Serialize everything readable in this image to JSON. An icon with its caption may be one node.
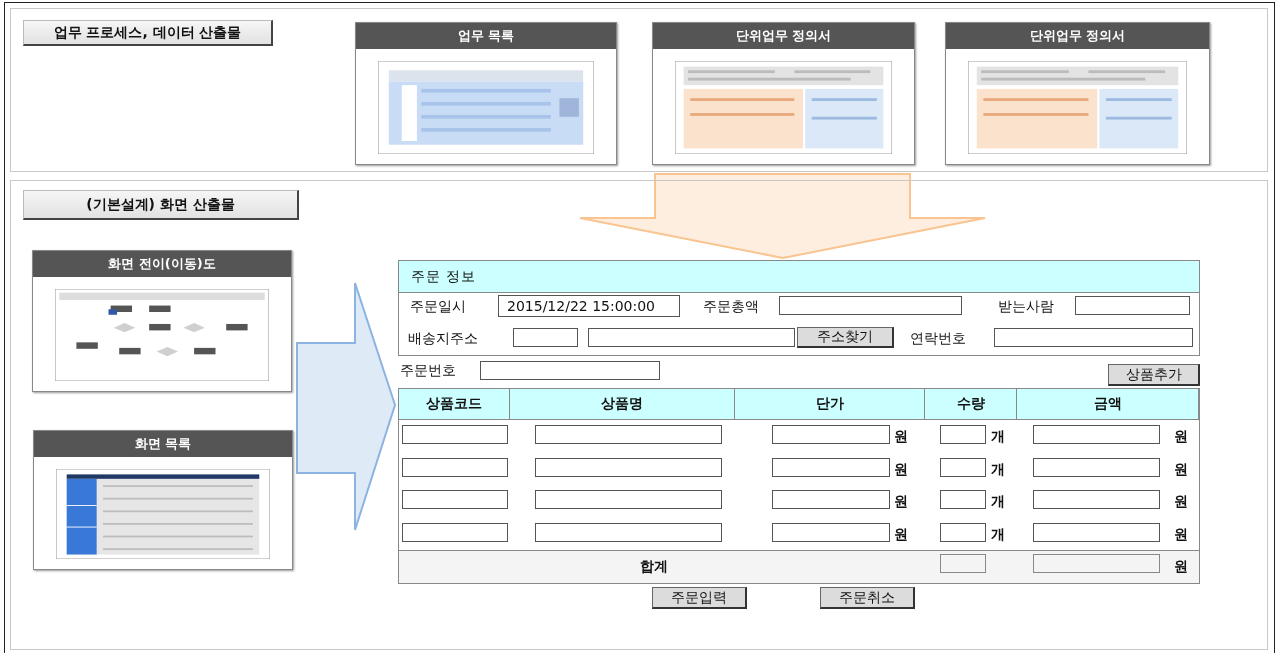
{
  "diagram": {
    "nodes": [
      {
        "text": [
          "업무 프로세스, 데이터 산출물"
        ]
      },
      {
        "text": [
          "업무 목록"
        ],
        "in": 0
      },
      {
        "text": [
          "단위업무 정의서"
        ],
        "in": 0
      },
      {
        "text": [
          "단위업무 정의서"
        ],
        "in": 0
      },
      {
        "text": [
          "(기본설계) 화면 산출물"
        ]
      },
      {
        "text": [
          "화면 전이(이동)도"
        ],
        "in": 4
      },
      {
        "text": [
          "화면 목록"
        ],
        "in": 4
      },
      {
        "text": [
          "주문 정보"
        ],
        "in": 4
      }
    ],
    "edges": [
      {
        "from": 0,
        "to": 7,
        "arrow": "to",
        "color": "#f9c48f"
      },
      {
        "from": 5,
        "to": 7,
        "arrow": "to",
        "color": "#8db3e2"
      },
      {
        "from": 6,
        "to": 7,
        "arrow": "to",
        "color": "#8db3e2"
      }
    ],
    "labels": [
      "주문일시",
      "2015/12/22 15:00:00",
      "주문총액",
      "받는사람",
      "배송지주소",
      "주소찾기",
      "연락번호",
      "주문번호",
      "상품추가",
      "상품코드",
      "상품명",
      "단가",
      "수량",
      "금액",
      "원",
      "개",
      "원",
      "원",
      "개",
      "원",
      "원",
      "개",
      "원",
      "원",
      "개",
      "원",
      "합계",
      "원",
      "주문입력",
      "주문취소"
    ]
  }
}
